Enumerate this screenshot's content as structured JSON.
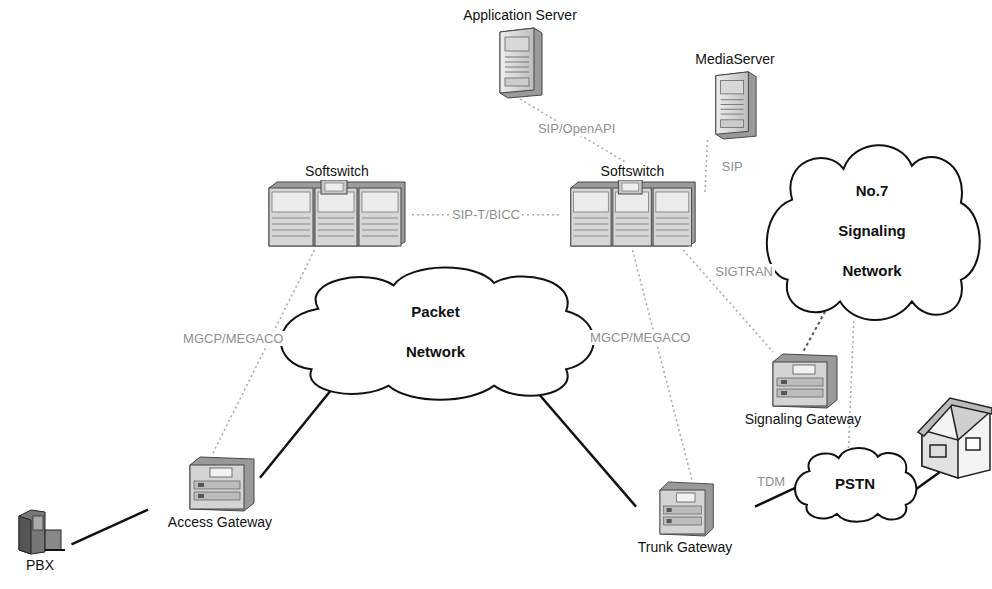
{
  "diagram": {
    "nodes": [
      {
        "text": [
          "Application Server"
        ]
      },
      {
        "text": [
          "MediaServer"
        ]
      },
      {
        "text": [
          "Softswitch"
        ]
      },
      {
        "text": [
          "Softswitch"
        ]
      },
      {
        "text": [
          "No.7 Signaling Network"
        ]
      },
      {
        "text": [
          "Packet Network"
        ]
      },
      {
        "text": [
          "Signaling Gateway"
        ]
      },
      {
        "text": [
          "Access Gateway"
        ]
      },
      {
        "text": [
          "Trunk Gateway"
        ]
      },
      {
        "text": [
          "PSTN"
        ]
      },
      {
        "text": [
          "PBX"
        ]
      }
    ],
    "edges": [
      {
        "from": 0,
        "to": 3,
        "label": "SIP/OpenAPI",
        "arrow": "none"
      },
      {
        "from": 1,
        "to": 3,
        "label": "SIP",
        "arrow": "none"
      },
      {
        "from": 2,
        "to": 3,
        "label": "SIP-T/BICC",
        "arrow": "none"
      },
      {
        "from": 3,
        "to": 6,
        "label": "SIGTRAN",
        "arrow": "none"
      },
      {
        "from": 2,
        "to": 7,
        "label": "MGCP/MEGACO",
        "arrow": "none"
      },
      {
        "from": 3,
        "to": 8,
        "label": "MGCP/MEGACO",
        "arrow": "none"
      },
      {
        "from": 8,
        "to": 9,
        "label": "TDM",
        "arrow": "none"
      },
      {
        "from": 7,
        "to": 5,
        "arrow": "none"
      },
      {
        "from": 5,
        "to": 8,
        "arrow": "none"
      },
      {
        "from": 10,
        "to": 7,
        "arrow": "none"
      },
      {
        "from": 4,
        "to": 6,
        "arrow": "none"
      },
      {
        "from": 4,
        "to": 9,
        "arrow": "none"
      }
    ]
  }
}
